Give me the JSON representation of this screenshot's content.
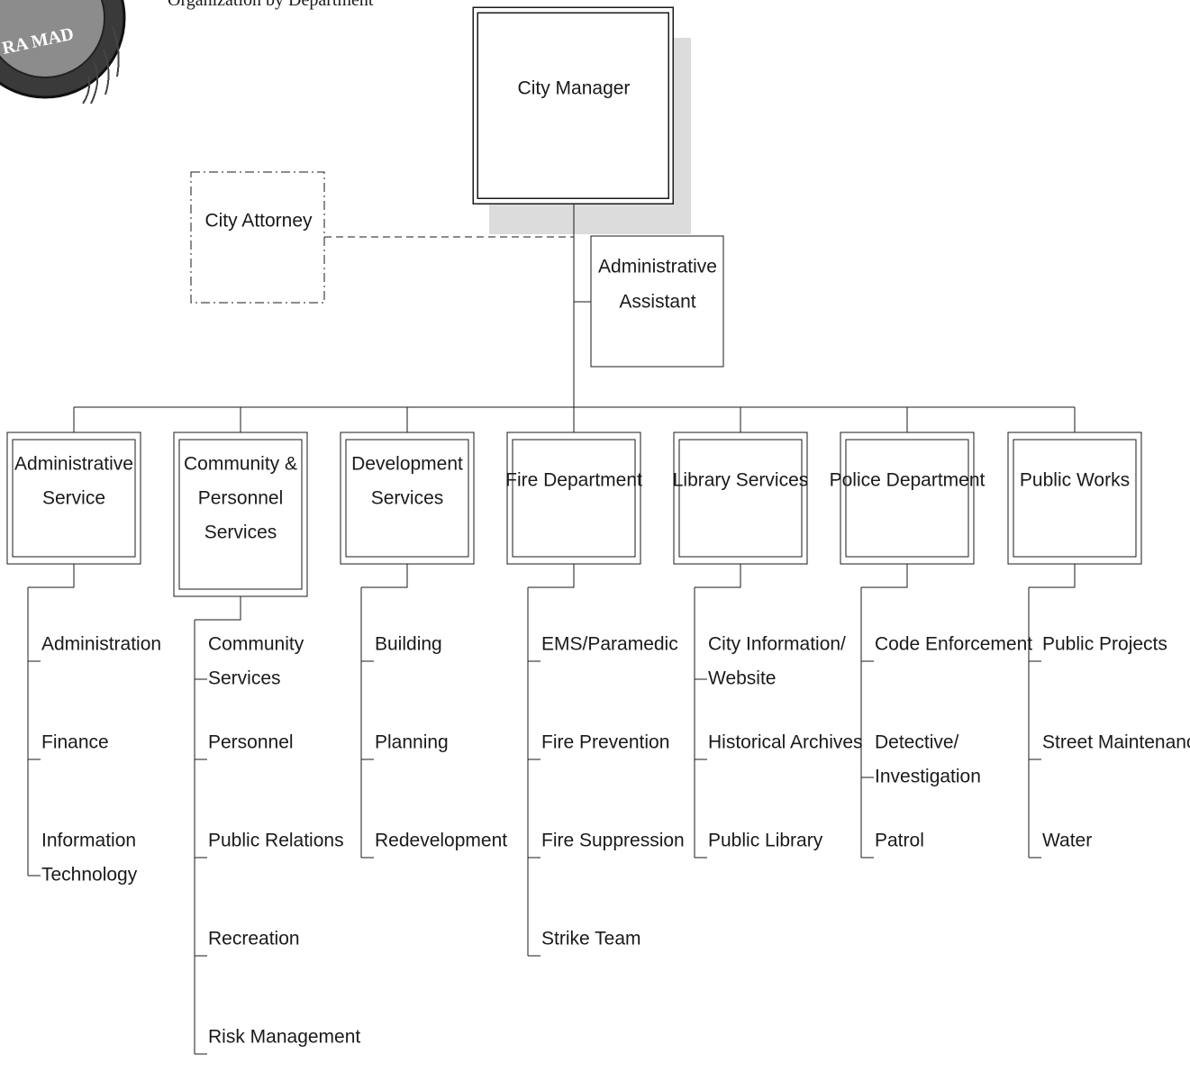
{
  "header": {
    "subtitle": "Organization by Department",
    "seal_text": "RA MAD"
  },
  "top": {
    "city_manager": "City Manager",
    "city_attorney": "City Attorney",
    "admin_assistant": [
      "Administrative",
      "Assistant"
    ]
  },
  "departments": [
    {
      "id": "administrative-service",
      "label": [
        "Administrative",
        "Service"
      ],
      "subs": [
        [
          "Administration"
        ],
        [
          "Finance"
        ],
        [
          "Information",
          "Technology"
        ]
      ]
    },
    {
      "id": "community-personnel-services",
      "label": [
        "Community &",
        "Personnel",
        "Services"
      ],
      "subs": [
        [
          "Community",
          "Services"
        ],
        [
          "Personnel"
        ],
        [
          "Public Relations"
        ],
        [
          "Recreation"
        ],
        [
          "Risk Management"
        ]
      ]
    },
    {
      "id": "development-services",
      "label": [
        "Development",
        "Services"
      ],
      "subs": [
        [
          "Building"
        ],
        [
          "Planning"
        ],
        [
          "Redevelopment"
        ]
      ]
    },
    {
      "id": "fire-department",
      "label": [
        "Fire Department"
      ],
      "subs": [
        [
          "EMS/Paramedic"
        ],
        [
          "Fire Prevention"
        ],
        [
          "Fire Suppression"
        ],
        [
          "Strike Team"
        ]
      ]
    },
    {
      "id": "library-services",
      "label": [
        "Library Services"
      ],
      "subs": [
        [
          "City Information/",
          "Website"
        ],
        [
          "Historical Archives"
        ],
        [
          "Public Library"
        ]
      ]
    },
    {
      "id": "police-department",
      "label": [
        "Police Department"
      ],
      "subs": [
        [
          "Code Enforcement"
        ],
        [
          "Detective/",
          "Investigation"
        ],
        [
          "Patrol"
        ]
      ]
    },
    {
      "id": "public-works",
      "label": [
        "Public Works"
      ],
      "subs": [
        [
          "Public Projects"
        ],
        [
          "Street Maintenance"
        ],
        [
          "Water"
        ]
      ]
    }
  ],
  "colors": {
    "line": "#1a1a1a",
    "shadow": "#d9d9d9"
  }
}
